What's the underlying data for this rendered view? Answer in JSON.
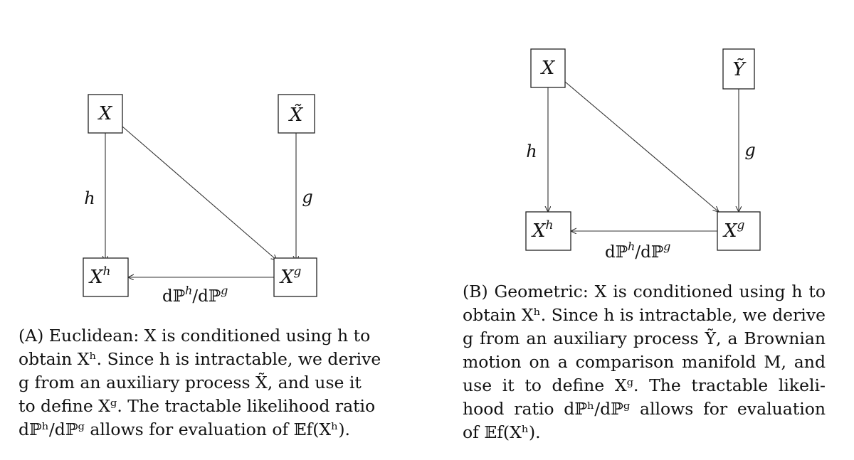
{
  "panel_a": {
    "nodes": {
      "top_left": "X",
      "top_right": "X̃",
      "bottom_left": "X",
      "bottom_left_sup": "h",
      "bottom_right": "X",
      "bottom_right_sup": "g"
    },
    "edges": {
      "left": "h",
      "right": "g",
      "bottom_p1": "dℙ",
      "bottom_s1": "h",
      "bottom_slash": "/",
      "bottom_p2": "dℙ",
      "bottom_s2": "g"
    },
    "caption": {
      "tag": "(A)",
      "lines": [
        " Euclidean: X is conditioned using h to",
        "obtain Xʰ. Since h is intractable, we derive",
        "g from an auxiliary process X̃, and use it",
        "to define Xᵍ. The tractable likelihood ratio",
        "dℙʰ/dℙᵍ allows for evaluation of 𝔼f(Xʰ)."
      ]
    }
  },
  "panel_b": {
    "nodes": {
      "top_left": "X",
      "top_right": "Ỹ",
      "bottom_left": "X",
      "bottom_left_sup": "h",
      "bottom_right": "X",
      "bottom_right_sup": "g"
    },
    "edges": {
      "left": "h",
      "right": "g",
      "bottom_p1": "dℙ",
      "bottom_s1": "h",
      "bottom_slash": "/",
      "bottom_p2": "dℙ",
      "bottom_s2": "g"
    },
    "caption": {
      "tag": "(B)",
      "lines": [
        " Geometric: X is conditioned using h to",
        "obtain Xʰ. Since h is intractable, we derive",
        "g from an auxiliary process Ỹ, a Brownian",
        "motion on a comparison manifold M, and",
        "use it to define Xᵍ. The tractable likeli-",
        "hood ratio dℙʰ/dℙᵍ allows for evaluation",
        "of 𝔼f(Xʰ)."
      ]
    }
  }
}
